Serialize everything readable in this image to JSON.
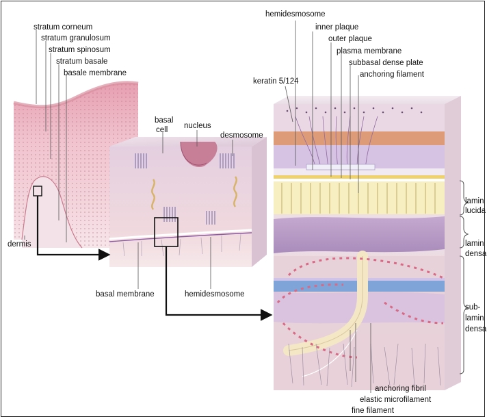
{
  "labels": {
    "stratum_corneum": "stratum corneum",
    "stratum_granulosum": "stratum granulosum",
    "stratum_spinosum": "stratum spinosum",
    "stratum_basale": "stratum basale",
    "basale_membrane": "basale membrane",
    "dermis": "dermis",
    "basal_cell_1": "basal",
    "basal_cell_2": "cell",
    "nucleus": "nucleus",
    "desmosome": "desmosome",
    "basal_membrane": "basal membrane",
    "hemidesmosome_lower": "hemidesmosome",
    "hemidesmosome_top": "hemidesmosome",
    "inner_plaque": "inner plaque",
    "outer_plaque": "outer plaque",
    "plasma_membrane": "plasma membrane",
    "subbasal_dense_plate": "subbasal dense plate",
    "anchoring_filament": "anchoring filament",
    "keratin": "keratin 5/124",
    "lamina_lucida_1": "lamin",
    "lamina_lucida_2": "lucida",
    "lamina_densa_1": "lamin",
    "lamina_densa_2": "densa",
    "sub_lamina_densa_1": "sub-",
    "sub_lamina_densa_2": "lamin",
    "sub_lamina_densa_3": "densa",
    "anchoring_fibril": "anchoring fibril",
    "elastic_microfilament": "elastic microfilament",
    "fine_filament": "fine filament"
  },
  "colors": {
    "skin_surface": "#e7a9b4",
    "skin_body": "#f3cfd6",
    "dermis": "#f4e6ea",
    "cell_block": "#ead4e0",
    "lamina_lucida": "#f6edb4",
    "lamina_densa": "#b89ac4",
    "blue_band": "#7fa4d8",
    "orange_band": "#d9926a",
    "purple_band": "#cdb4dc",
    "anchoring_fibril": "#f2e6c4",
    "arrow": "#111111"
  }
}
